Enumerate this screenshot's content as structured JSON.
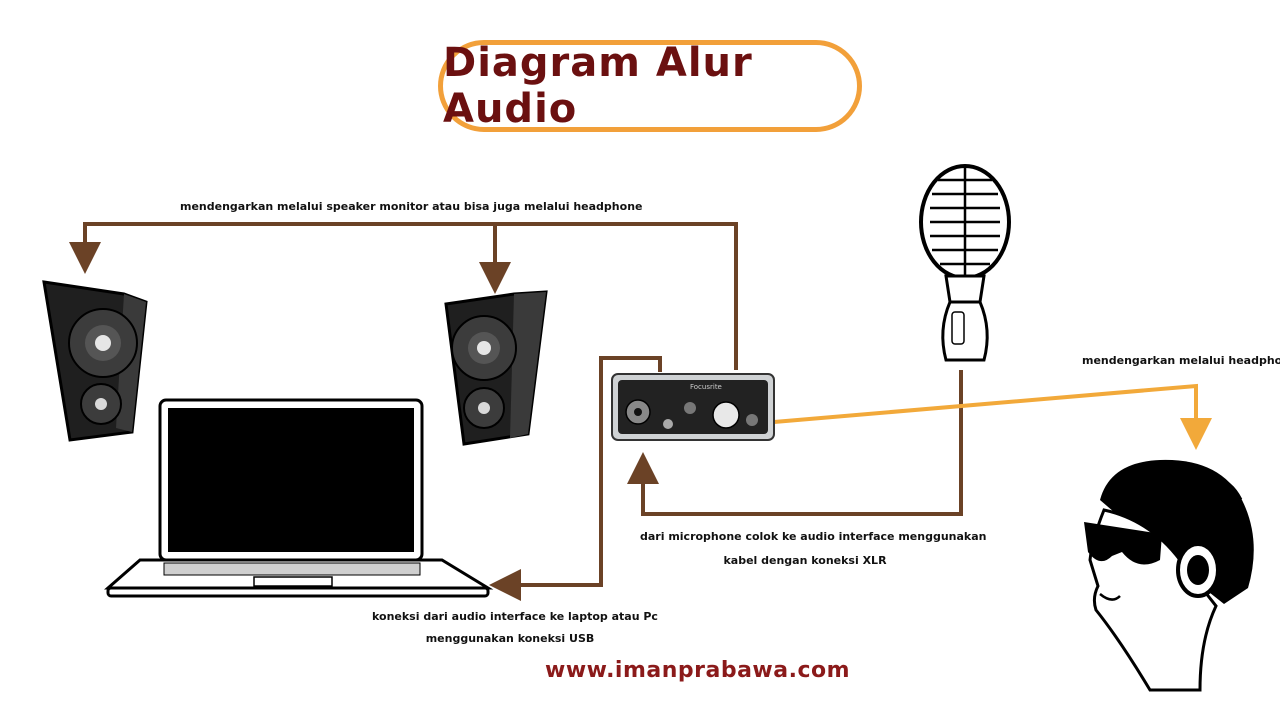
{
  "title": "Diagram Alur Audio",
  "labels": {
    "speaker_monitor": "mendengarkan melalui speaker monitor atau bisa juga melalui headphone",
    "headphone": "mendengarkan melalui headphone",
    "mic_line1": "dari microphone colok ke audio interface menggunakan",
    "mic_line2": "kabel dengan koneksi XLR",
    "usb_line1": "koneksi dari audio interface ke laptop atau Pc",
    "usb_line2": "menggunakan koneksi USB"
  },
  "website": "www.imanprabawa.com",
  "interface_brand": "Focusrite",
  "colors": {
    "title_border": "#f2a03a",
    "title_text": "#6b1010",
    "connector_brown": "#6b4226",
    "connector_orange": "#f2a93a",
    "website_text": "#8b1a1a"
  },
  "icons": [
    "speaker-icon",
    "laptop-icon",
    "audio-interface-icon",
    "microphone-icon",
    "person-headphone-icon"
  ]
}
